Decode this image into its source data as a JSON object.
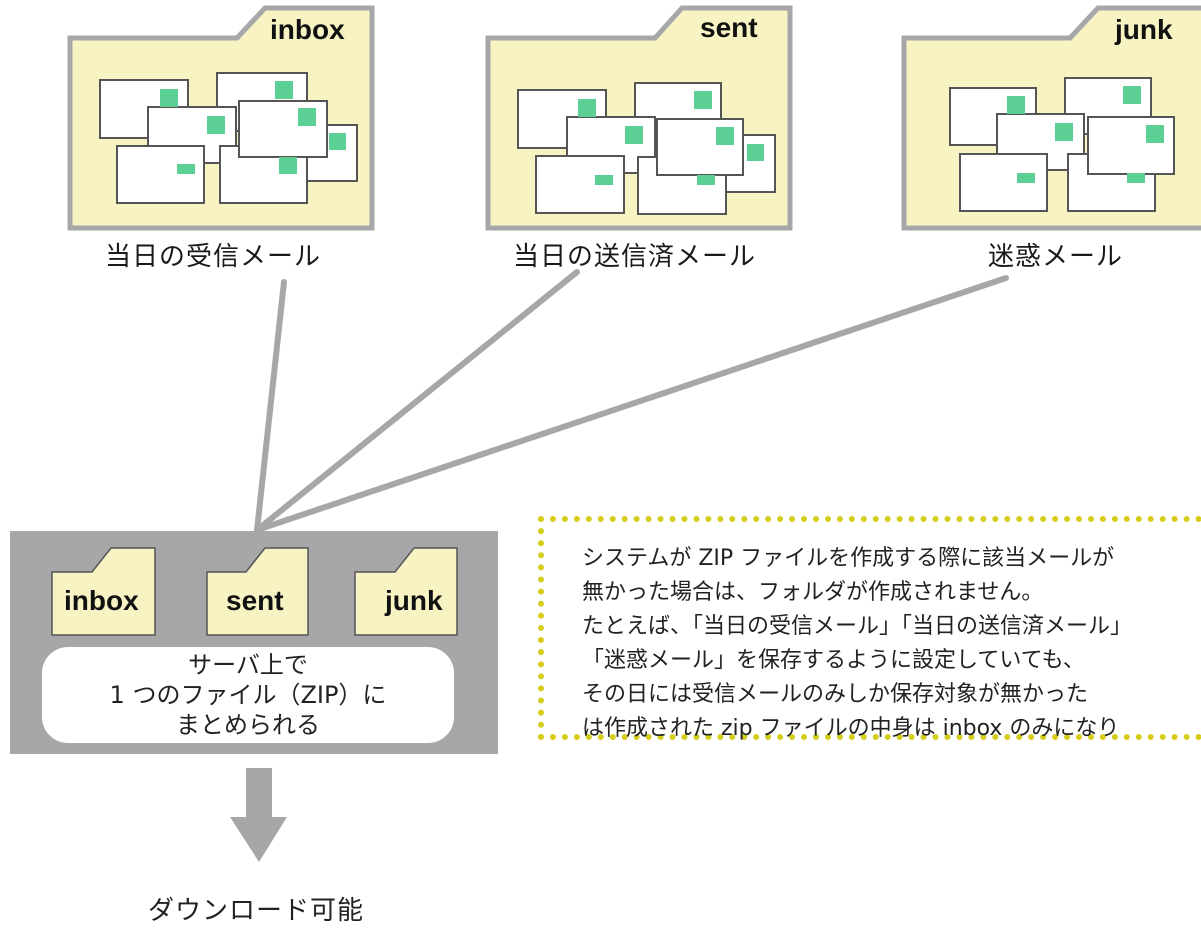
{
  "source_folders": [
    {
      "tag": "inbox",
      "caption": "当日の受信メール"
    },
    {
      "tag": "sent",
      "caption": "当日の送信済メール"
    },
    {
      "tag": "junk",
      "caption": "迷惑メール"
    }
  ],
  "zip_folders": [
    "inbox",
    "sent",
    "junk"
  ],
  "zip_caption": [
    "サーバ上で",
    "1 つのファイル（ZIP）に",
    "まとめられる"
  ],
  "download_label": "ダウンロード可能",
  "note_lines": [
    "システムが ZIP ファイルを作成する際に該当メールが",
    "無かった場合は、フォルダが作成されません。",
    "たとえば、「当日の受信メール」「当日の送信済メール」",
    "「迷惑メール」を保存するように設定していても、",
    "その日には受信メールのみしか保存対象が無かった",
    "は作成された zip ファイルの中身は inbox のみになり"
  ],
  "colors": {
    "folder_fill": "#f8f3c2",
    "folder_stroke": "#a7a7a9",
    "stamp": "#5ccf94",
    "connector": "#a7a7a9",
    "note_border": "#d6cd1b"
  }
}
